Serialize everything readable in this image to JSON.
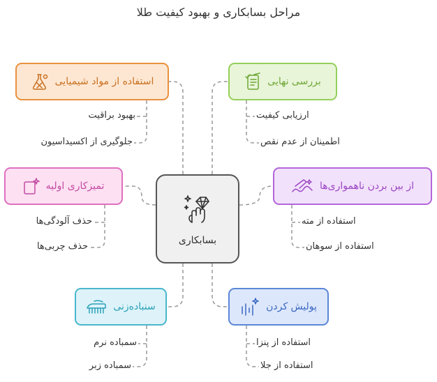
{
  "title": "مراحل بسابکاری و بهبود کیفیت طلا",
  "center": {
    "label": "بسابکاری",
    "icon": "hand-with-diamond-icon"
  },
  "branches": {
    "chemicals": {
      "label": "استفاده از مواد شیمیایی",
      "icon": "chemical-flask-icon",
      "items": [
        "بهبود براقیت",
        "جلوگیری از اکسیداسیون"
      ]
    },
    "cleaning": {
      "label": "تمیزکاری اولیه",
      "icon": "sparkle-tablet-icon",
      "items": [
        "حذف آلودگی‌ها",
        "حذف چربی‌ها"
      ]
    },
    "sanding": {
      "label": "سنبادەزنی",
      "icon": "brush-icon",
      "items": [
        "سمباده نرم",
        "سمباده زبر"
      ]
    },
    "final_check": {
      "label": "بررسی نهایی",
      "icon": "checklist-icon",
      "items": [
        "ارزیابی کیفیت",
        "اطمینان از عدم نقص"
      ]
    },
    "remove_rough": {
      "label": "از بین بردن ناهمواری‌ها",
      "icon": "hand-smoothing-icon",
      "items": [
        "استفاده از مته",
        "استفاده از سوهان"
      ]
    },
    "polishing": {
      "label": "پولیش کردن",
      "icon": "sound-wave-sparkle-icon",
      "items": [
        "استفاده از پنزا",
        "استفاده از جلا"
      ]
    }
  },
  "colors": {
    "chemicals": "#e8913f",
    "cleaning": "#df6fc0",
    "sanding": "#49b7cc",
    "final_check": "#94cf5a",
    "remove_rough": "#b466da",
    "polishing": "#5b87d6",
    "connector": "#999999"
  }
}
